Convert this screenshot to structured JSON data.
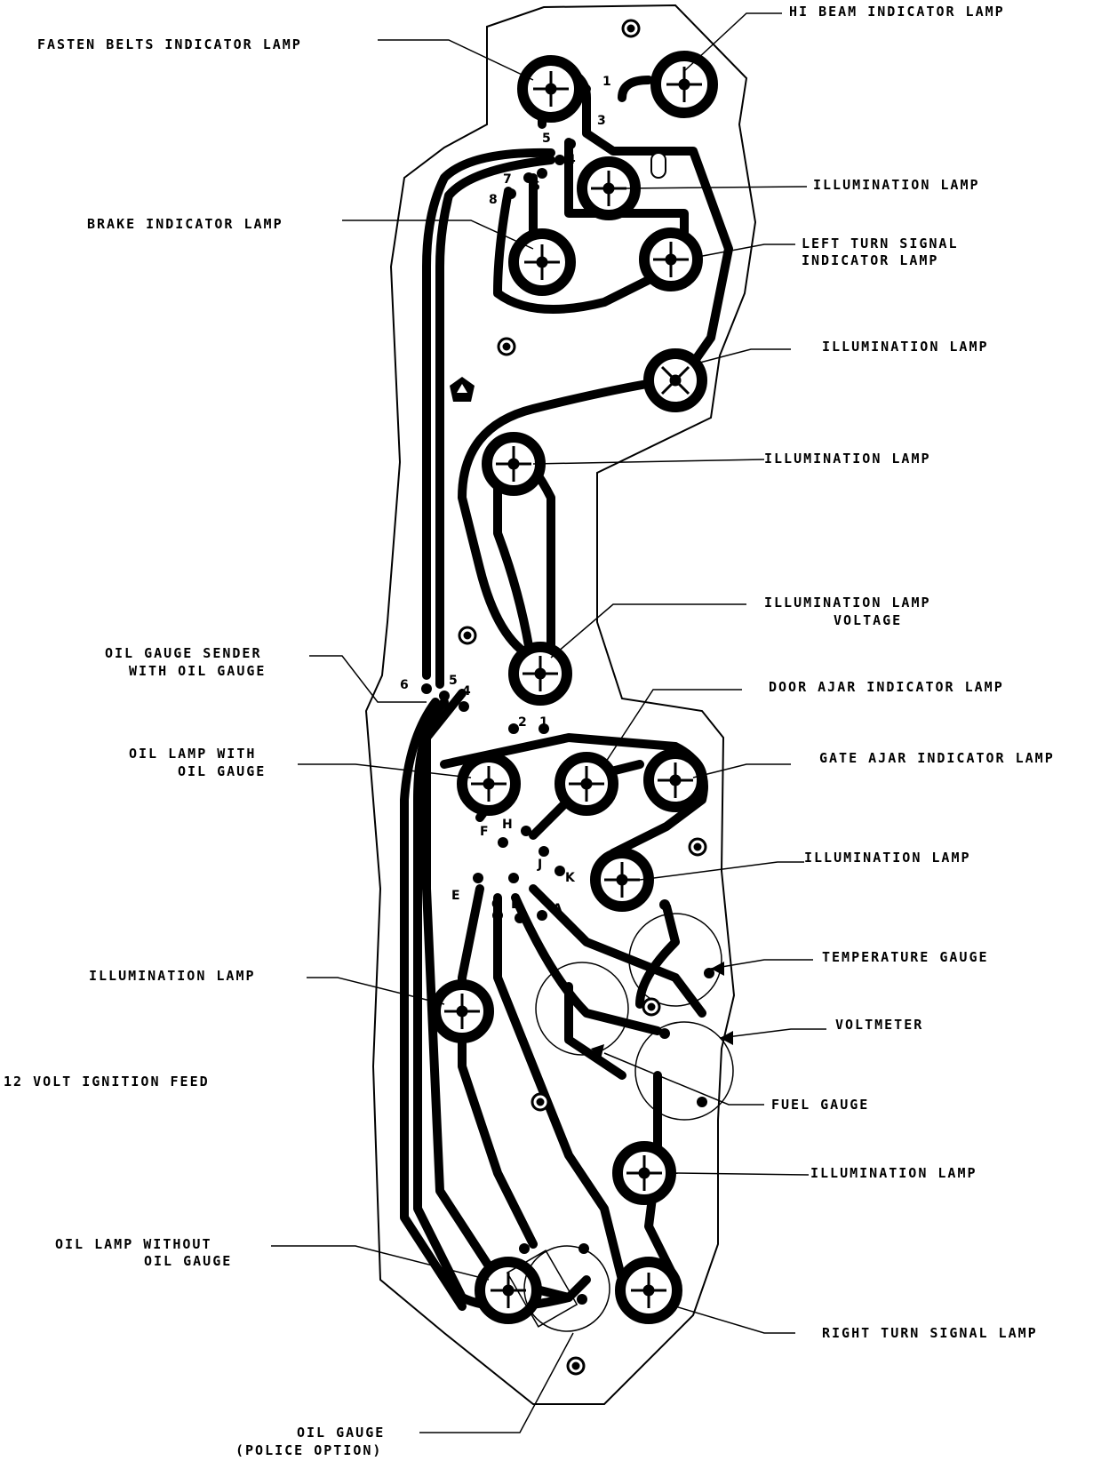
{
  "labels": {
    "hi_beam": "HI BEAM INDICATOR LAMP",
    "fasten_belts": "FASTEN BELTS INDICATOR LAMP",
    "illum_1": "ILLUMINATION LAMP",
    "brake": "BRAKE INDICATOR LAMP",
    "left_turn_1": "LEFT TURN SIGNAL",
    "left_turn_2": "INDICATOR LAMP",
    "illum_2": "ILLUMINATION LAMP",
    "illum_3": "ILLUMINATION LAMP",
    "illum_voltage_1": "ILLUMINATION LAMP",
    "illum_voltage_2": "VOLTAGE",
    "oil_sender_1": "OIL GAUGE SENDER",
    "oil_sender_2": "WITH OIL GAUGE",
    "door_ajar": "DOOR AJAR INDICATOR LAMP",
    "oil_lamp_with_1": "OIL LAMP WITH",
    "oil_lamp_with_2": "OIL GAUGE",
    "gate_ajar": "GATE AJAR INDICATOR LAMP",
    "illum_4": "ILLUMINATION LAMP",
    "temperature": "TEMPERATURE GAUGE",
    "illum_5": "ILLUMINATION LAMP",
    "voltmeter": "VOLTMETER",
    "ignition_feed": "12 VOLT IGNITION FEED",
    "fuel": "FUEL GAUGE",
    "illum_6": "ILLUMINATION LAMP",
    "oil_lamp_without_1": "OIL LAMP WITHOUT",
    "oil_lamp_without_2": "OIL GAUGE",
    "right_turn": "RIGHT TURN SIGNAL LAMP",
    "oil_gauge_police_1": "OIL GAUGE",
    "oil_gauge_police_2": "(POLICE OPTION)"
  },
  "pins": {
    "p1": "1",
    "p3": "3",
    "p5": "5",
    "p4": "4",
    "p7": "7",
    "p6": "6",
    "p8": "8",
    "q6": "6",
    "q5": "5",
    "q4": "4",
    "q2": "2",
    "q1": "1",
    "F": "F",
    "H": "H",
    "J": "J",
    "K": "K",
    "E": "E",
    "C": "C",
    "B": "B",
    "A": "A"
  }
}
